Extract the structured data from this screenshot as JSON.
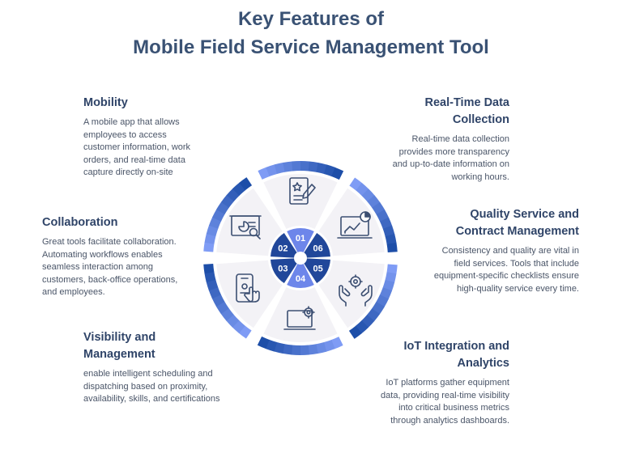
{
  "title": {
    "line1": "Key Features of",
    "line2": "Mobile Field Service Management Tool"
  },
  "features": {
    "mobility": {
      "title": "Mobility",
      "text": "A mobile app that allows employees to access customer information, work orders, and real-time data capture directly on-site"
    },
    "collaboration": {
      "title": "Collaboration",
      "text": "Great tools facilitate collaboration. Automating workflows enables seamless interaction among customers, back-office operations, and employees."
    },
    "visibility": {
      "title": "Visibility and Management",
      "text": "enable intelligent scheduling and dispatching based on proximity, availability, skills, and certifications"
    },
    "realtime": {
      "title": "Real-Time Data Collection",
      "text": "Real-time data collection provides more transparency and up-to-date information on working hours."
    },
    "quality": {
      "title": "Quality Service and Contract Management",
      "text": "Consistency and quality are vital in field services. Tools that include equipment-specific checklists ensure high-quality service every time."
    },
    "iot": {
      "title": "IoT Integration and Analytics",
      "text": "IoT platforms gather equipment data, providing real-time visibility into critical business metrics through analytics dashboards."
    }
  },
  "wheel": {
    "numbers": [
      "01",
      "02",
      "03",
      "04",
      "05",
      "06"
    ],
    "icons": [
      "certificate-icon",
      "presentation-chart-icon",
      "phone-tap-icon",
      "laptop-settings-icon",
      "hands-gear-icon",
      "monitor-chart-icon"
    ]
  },
  "colors": {
    "title": "#3a5274",
    "heading": "#2f4468",
    "body": "#4a5568",
    "ring_dark": "#1d4ea8",
    "ring_light": "#7f9cf5",
    "petal_dark": "#21479a",
    "petal_light": "#6d86ea",
    "segment_fill": "#f3f2f6",
    "icon_stroke": "#3c4f72"
  }
}
